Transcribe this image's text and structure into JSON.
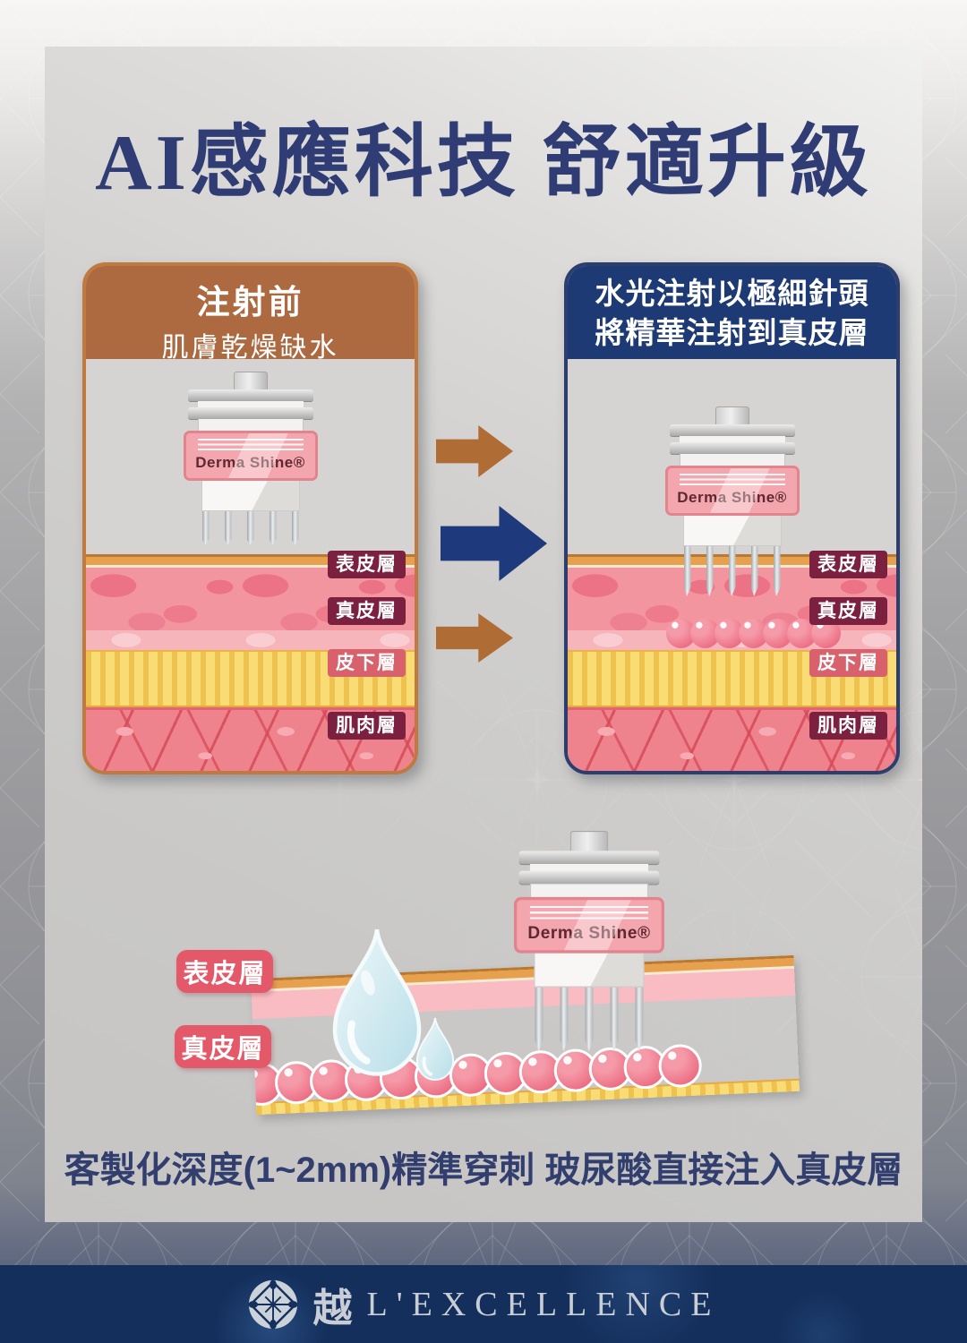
{
  "title": "AI感應科技 舒適升級",
  "panel_before": {
    "heading": "注射前",
    "subheading": "肌膚乾燥缺水"
  },
  "panel_after": {
    "heading_line1": "水光注射以極細針頭",
    "heading_line2": "將精華注射到真皮層"
  },
  "device": {
    "brand": "Derma Shine®"
  },
  "skin_layers": {
    "epidermis": "表皮層",
    "dermis": "真皮層",
    "subcutaneous": "皮下層",
    "muscle": "肌肉層"
  },
  "bottom_section": {
    "epidermis_label": "表皮層",
    "dermis_label": "真皮層",
    "caption": "客製化深度(1~2mm)精準穿刺 玻尿酸直接注入真皮層"
  },
  "footer": {
    "brand_cjk": "越",
    "brand_latin": "L'EXCELLENCE"
  },
  "colors": {
    "title_navy": "#303c74",
    "header_brown": "#ad6a41",
    "header_navy": "#1d3a75",
    "arrow_brown": "#b06c35",
    "arrow_navy": "#1e3a7c",
    "label_dark": "#7c2040",
    "label_coral": "#d8616b",
    "bottom_label_coral": "#e4596a",
    "skin_pink": "#f2959f",
    "skin_yellow": "#f8d968",
    "muscle_red": "#ef838d",
    "device_pink": "#f3a6ae",
    "footer_navy": "#142f5c"
  }
}
